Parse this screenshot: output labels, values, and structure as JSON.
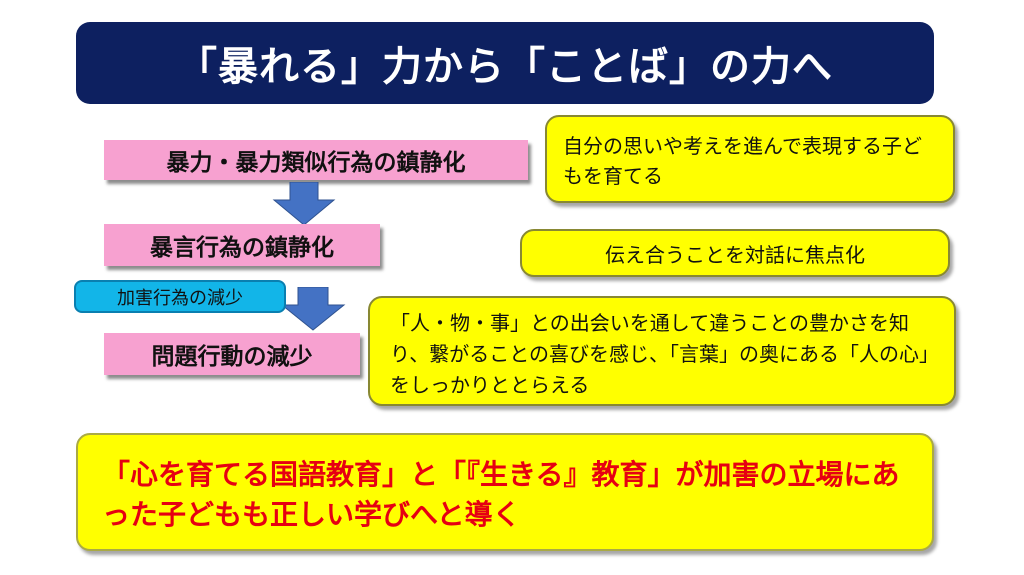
{
  "title": "「暴れる」力から「ことば」の力へ",
  "left_flow": {
    "step1": "暴力・暴力類似行為の鎮静化",
    "step2": "暴言行為の鎮静化",
    "side_note": "加害行為の減少",
    "step3": "問題行動の減少"
  },
  "right_notes": {
    "note1": "自分の思いや考えを進んで表現する子どもを育てる",
    "note2": "伝え合うことを対話に焦点化",
    "note3": "「人・物・事」との出会いを通して違うことの豊かさを知り、繋がることの喜びを感じ、「言葉」の奥にある「人の心」をしっかりととらえる"
  },
  "conclusion": "「心を育てる国語教育」と「『生きる』教育」が加害の立場にあった子どもも正しい学びへと導く",
  "colors": {
    "title_bg": "#0d2060",
    "pink": "#f7a1d0",
    "cyan": "#12b5e8",
    "yellow": "#ffff00",
    "arrow": "#4472c4",
    "conclusion_text": "#e60012"
  }
}
